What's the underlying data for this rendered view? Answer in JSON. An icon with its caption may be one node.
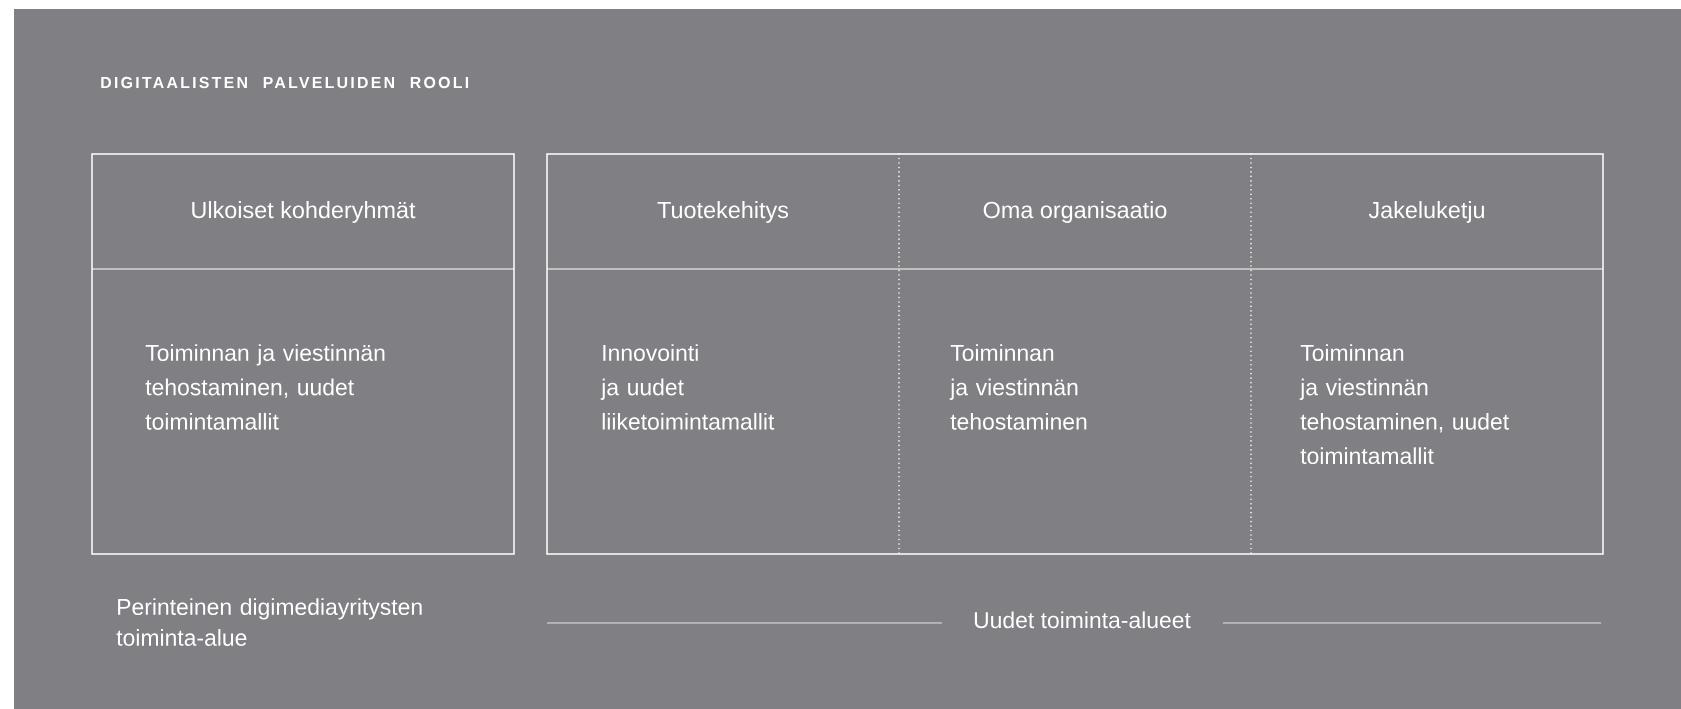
{
  "diagram": {
    "title": "DIGITAALISTEN PALVELUIDEN ROOLI",
    "nodes": [
      {
        "text": [
          "Ulkoiset kohderyhmät",
          "Toiminnan ja viestinnän tehostaminen, uudet toimintamallit"
        ]
      },
      {
        "text": [
          "Tuotekehitys",
          "Innovointi ja uudet liiketoimintamallit"
        ]
      },
      {
        "text": [
          "Oma organisaatio",
          "Toiminnan ja viestinnän tehostaminen"
        ]
      },
      {
        "text": [
          "Jakeluketju",
          "Toiminnan ja viestinnän tehostaminen, uudet toimintamallit"
        ]
      }
    ],
    "labels": [
      "Perinteinen digimediayritysten toiminta-alue",
      "Uudet toiminta-alueet"
    ]
  }
}
